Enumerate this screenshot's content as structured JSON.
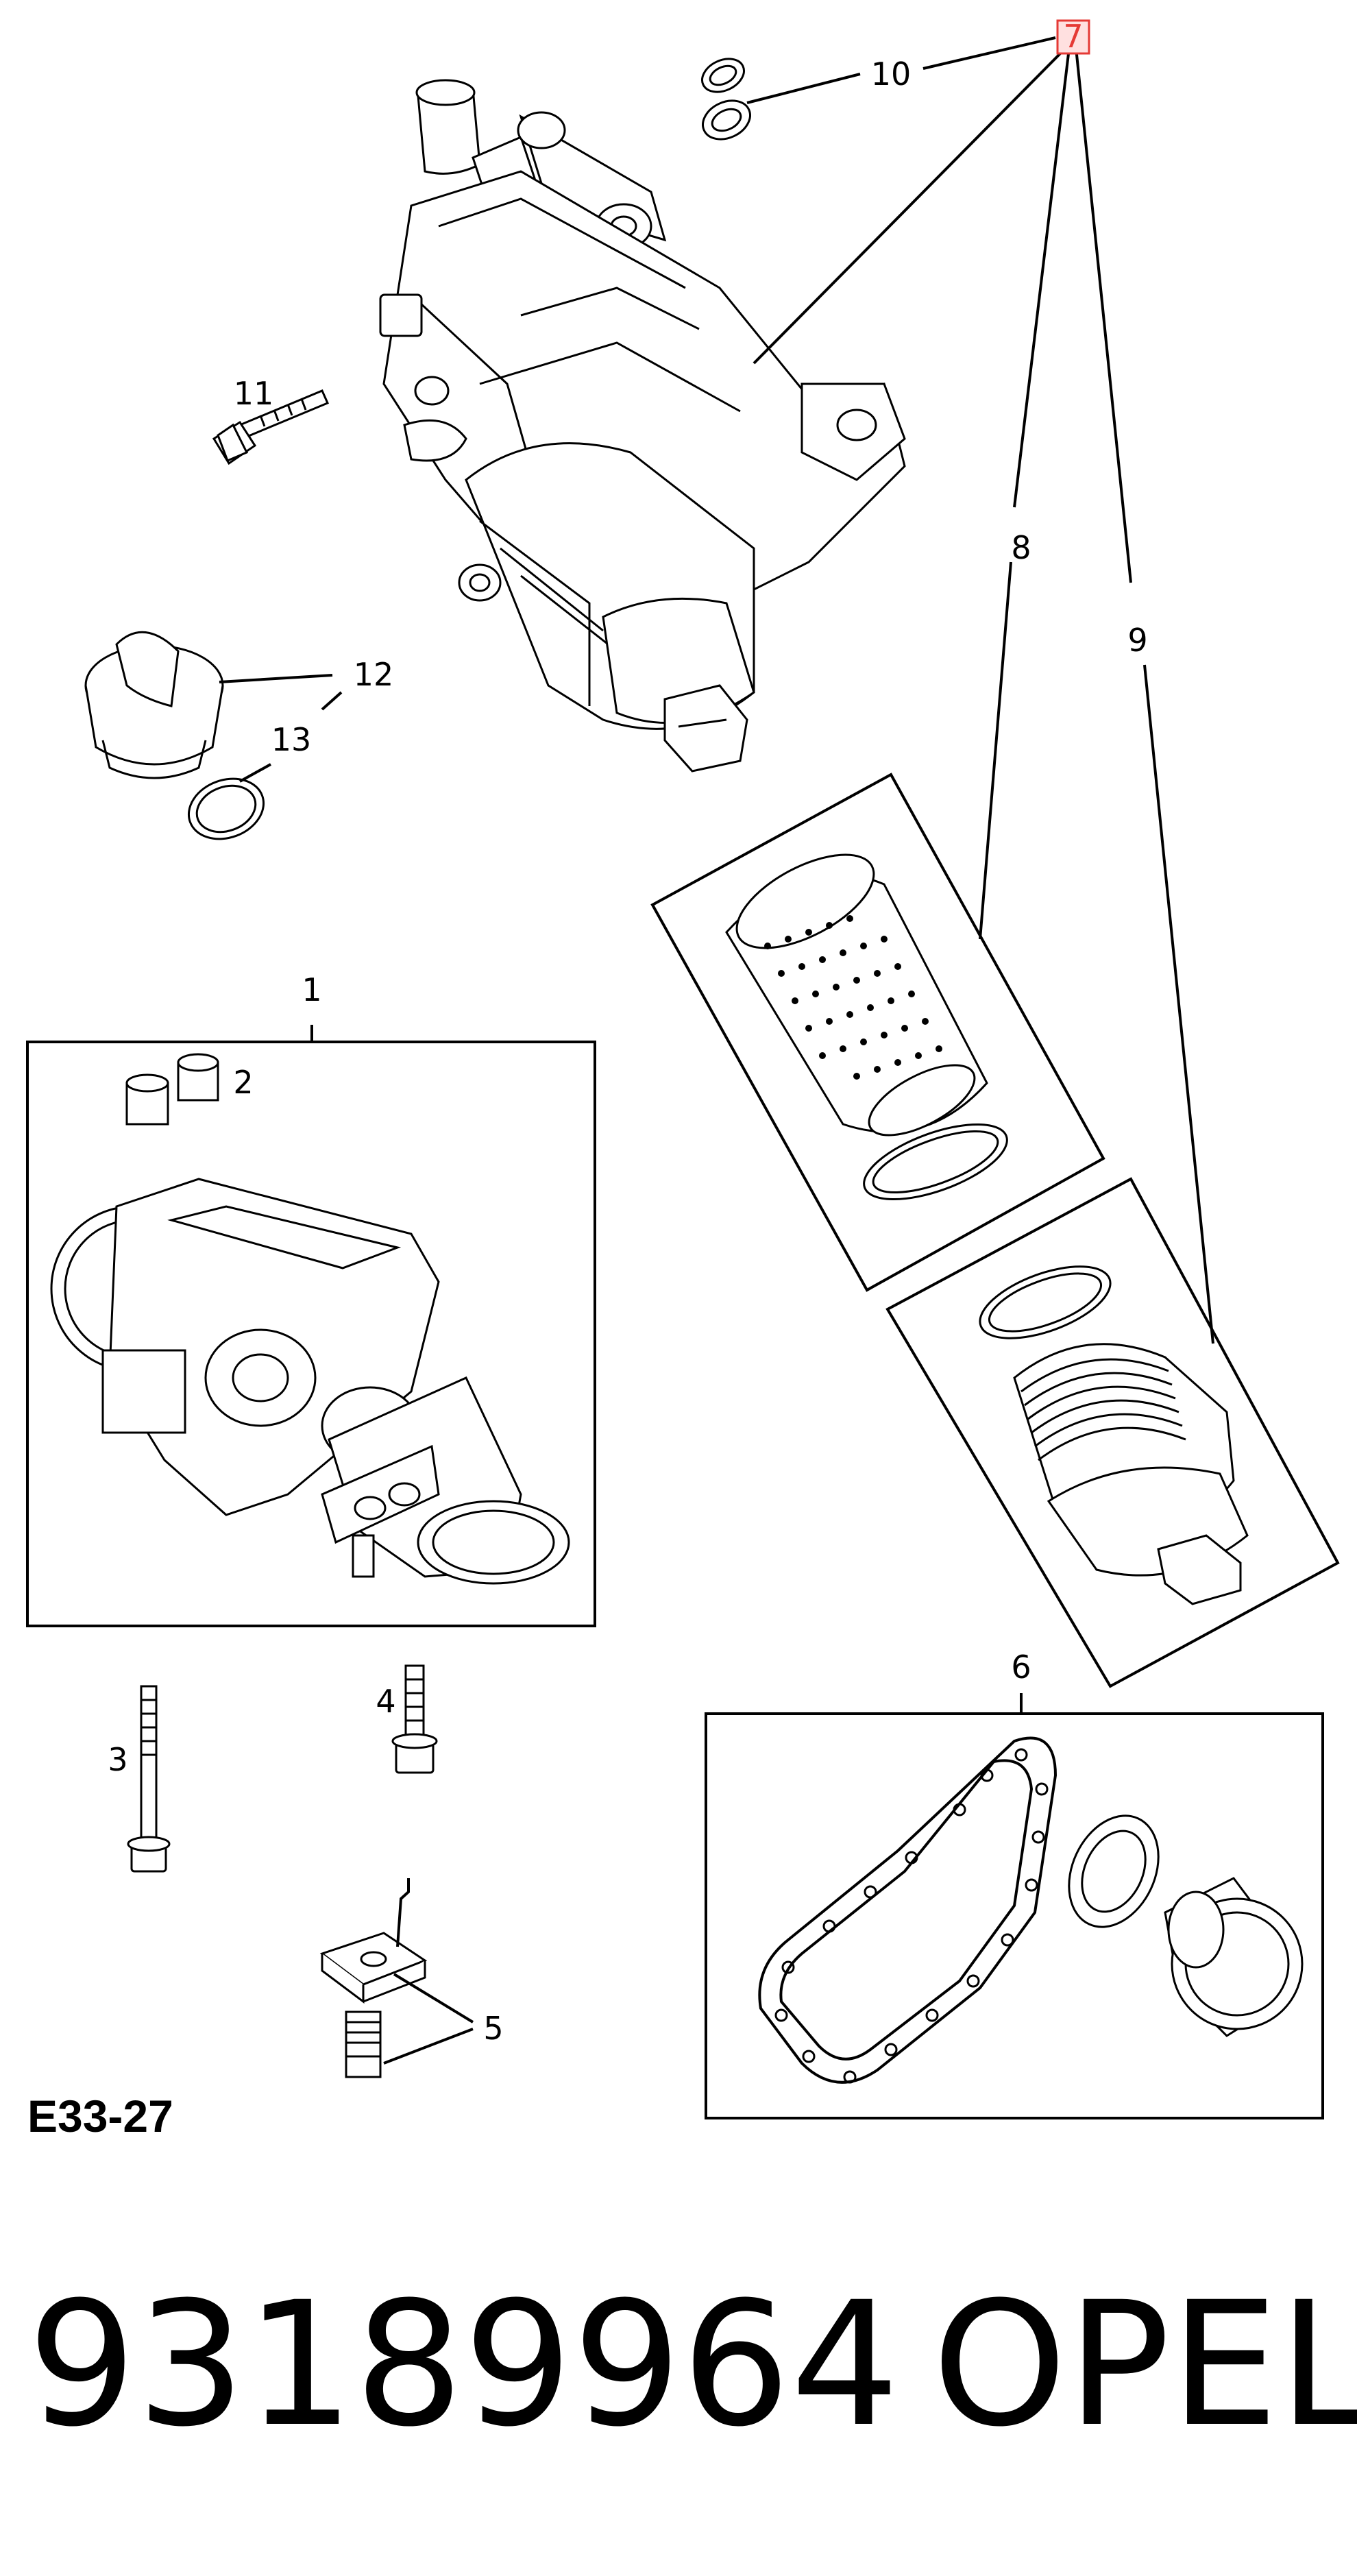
{
  "diagram": {
    "code": "E33-27",
    "callouts": {
      "c1": "1",
      "c2": "2",
      "c3": "3",
      "c4": "4",
      "c5": "5",
      "c6": "6",
      "c7": "7",
      "c8": "8",
      "c9": "9",
      "c10": "10",
      "c11": "11",
      "c12": "12",
      "c13": "13"
    },
    "highlight_color": "#e53935"
  },
  "footer": {
    "part_number": "93189964",
    "brand": "OPEL"
  }
}
